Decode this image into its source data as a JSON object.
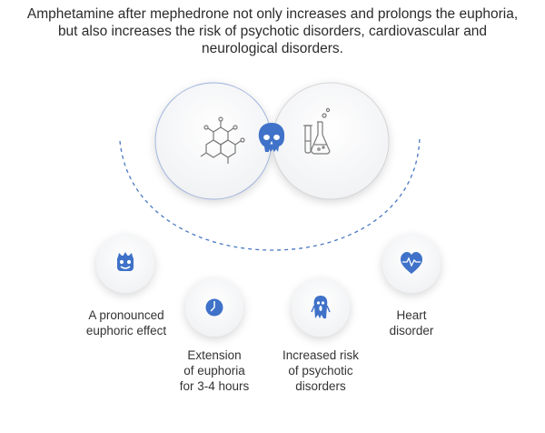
{
  "title_lines": [
    "Amphetamine after mephedrone not only increases and prolongs the euphoria,",
    "but also increases the risk of psychotic disorders, cardiovascular and",
    "neurological disorders."
  ],
  "center": {
    "left_circle_icon": "molecule-icon",
    "middle_icon": "skull-icon",
    "right_circle_icon": "lab-flasks-icon"
  },
  "effects": [
    {
      "icon": "euphoric-face-icon",
      "lines": [
        "A pronounced",
        "euphoric effect"
      ]
    },
    {
      "icon": "clock-icon",
      "lines": [
        "Extension",
        "of euphoria",
        "for 3-4 hours"
      ]
    },
    {
      "icon": "screaming-ghost-icon",
      "lines": [
        "Increased risk",
        "of psychotic",
        "disorders"
      ]
    },
    {
      "icon": "heart-pulse-icon",
      "lines": [
        "Heart",
        "disorder"
      ]
    }
  ],
  "colors": {
    "accent": "#3f72c8",
    "outline": "#7a7a7a",
    "dash": "#4a78c2"
  }
}
